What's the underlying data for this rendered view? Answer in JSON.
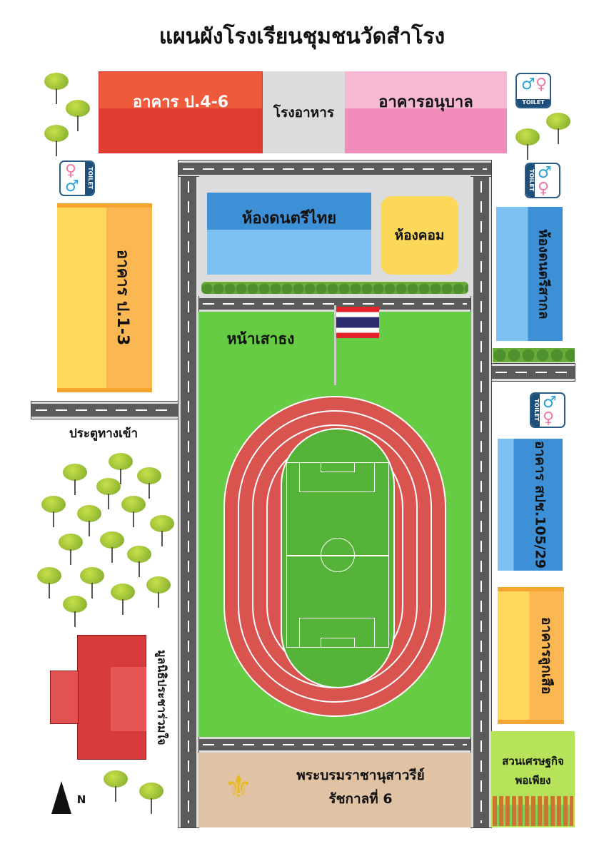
{
  "title": "แผนผังโรงเรียนชุมชนวัดสำโรง",
  "buildings": {
    "p46": "อาคาร ป.4-6",
    "canteen": "โรงอาหาร",
    "kindergarten": "อาคารอนุบาล",
    "thai_music": "ห้องดนตรีไทย",
    "computer": "ห้องคอม",
    "intl_music": "ห้องดนตรีสากล",
    "p13": "อาคาร ป.1-3",
    "spc": "อาคาร สปช.105/29",
    "scout": "อาคารลูกเสือ",
    "foundation": "มูลนิธิประชาร่วมใจ"
  },
  "areas": {
    "flagpole": "หน้าเสาธง",
    "entrance": "ประตูทางเข้า",
    "monument_line1": "พระบรมราชานุสาวรีย์",
    "monument_line2": "รัชกาลที่ 6",
    "garden_line1": "สวนเศรษฐกิจ",
    "garden_line2": "พอเพียง"
  },
  "toilet_label": "TOILET",
  "north_label": "N",
  "colors": {
    "field": "#66cc44",
    "track": "#d9534f",
    "road": "#5b5b5b"
  }
}
